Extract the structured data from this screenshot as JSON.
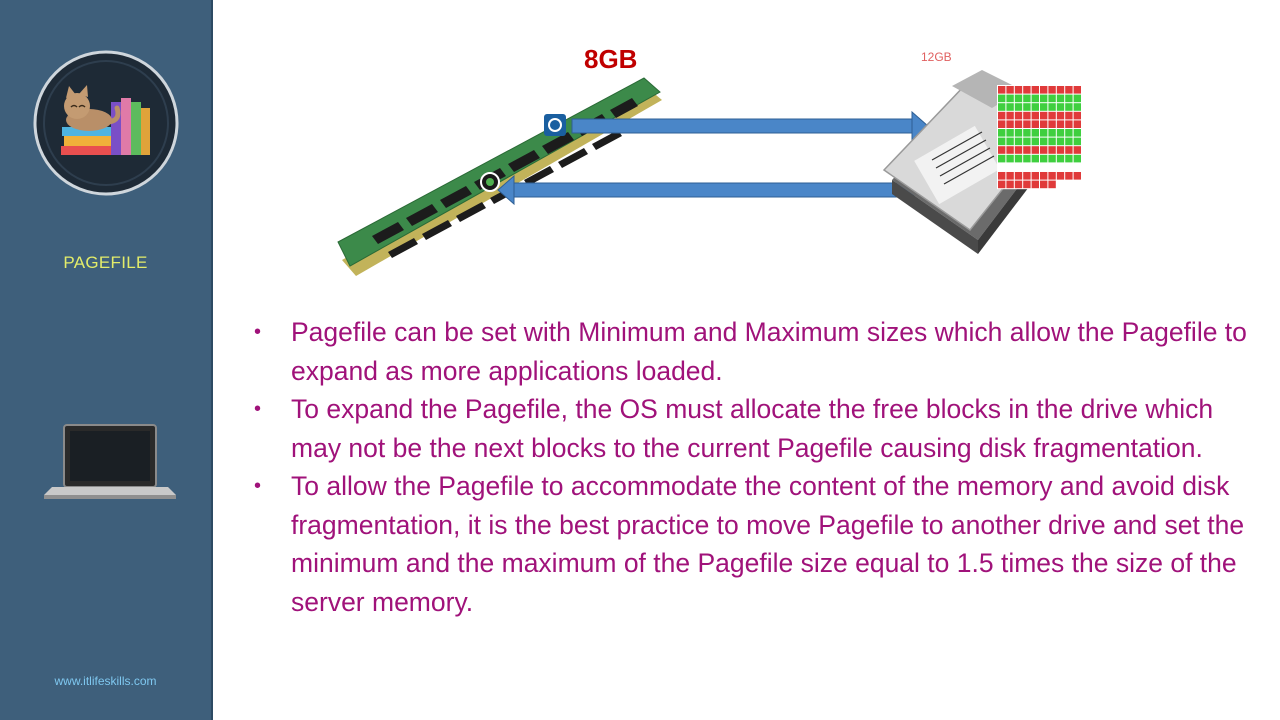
{
  "sidebar": {
    "section_label": "PAGEFILE",
    "website": "www.itlifeskills.com"
  },
  "diagram": {
    "ram_label": "8GB",
    "disk_label": "12GB"
  },
  "bullets": [
    "Pagefile can be set with Minimum and Maximum sizes which allow the Pagefile to expand as more applications loaded.",
    "To expand the Pagefile, the OS must allocate the free blocks in the drive which may not be the next blocks to the current Pagefile causing disk fragmentation.",
    "To allow the Pagefile to accommodate the content of the memory and avoid disk fragmentation, it is the best practice to move Pagefile to another drive and set the minimum and the maximum of the Pagefile size equal to 1.5 times the size of the server memory."
  ],
  "colors": {
    "sidebar": "#3e5f7b",
    "label": "#e3ec6a",
    "body_text": "#a0127a",
    "ram_title": "#c00000",
    "block_used": "#e03a3a",
    "block_free": "#3fcf3f",
    "arrow": "#4a86c8"
  },
  "icons": {
    "logo": "cat-on-books-icon",
    "laptop": "laptop-icon",
    "ram": "ram-module-icon",
    "disk": "hard-drive-icon"
  }
}
